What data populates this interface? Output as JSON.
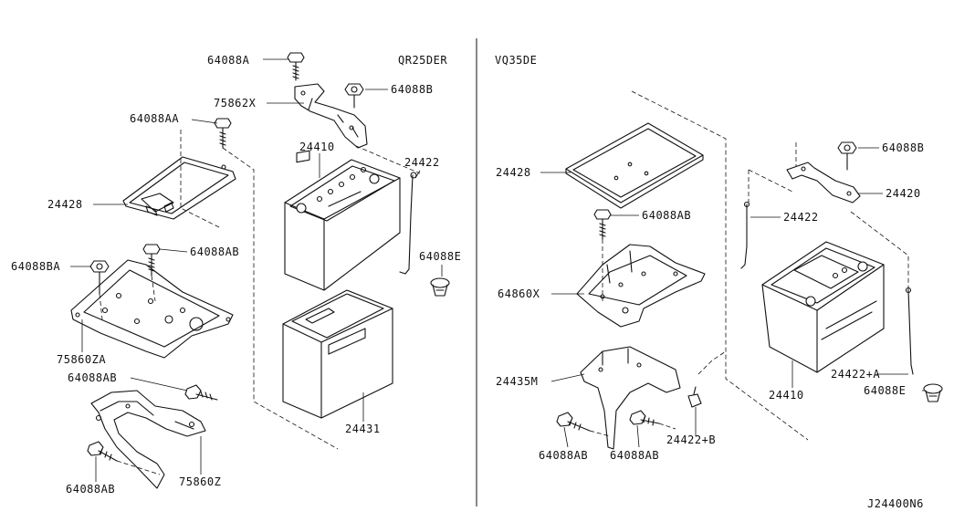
{
  "headers": {
    "left_engine": "QR25DER",
    "right_engine": "VQ35DE",
    "diagram_code": "J24400N6"
  },
  "labels": [
    {
      "id": "l1",
      "text": "64088A"
    },
    {
      "id": "l2",
      "text": "64088B"
    },
    {
      "id": "l3",
      "text": "75862X"
    },
    {
      "id": "l4",
      "text": "64088AA"
    },
    {
      "id": "l5",
      "text": "24410"
    },
    {
      "id": "l6",
      "text": "24422"
    },
    {
      "id": "l7",
      "text": "24428"
    },
    {
      "id": "l8",
      "text": "64088BA"
    },
    {
      "id": "l9",
      "text": "64088AB"
    },
    {
      "id": "l10",
      "text": "64088E"
    },
    {
      "id": "l11",
      "text": "75860ZA"
    },
    {
      "id": "l12",
      "text": "64088AB"
    },
    {
      "id": "l13",
      "text": "24431"
    },
    {
      "id": "l14",
      "text": "75860Z"
    },
    {
      "id": "l15",
      "text": "64088AB"
    },
    {
      "id": "r1",
      "text": "24428"
    },
    {
      "id": "r2",
      "text": "64088AB"
    },
    {
      "id": "r3",
      "text": "64088B"
    },
    {
      "id": "r4",
      "text": "24420"
    },
    {
      "id": "r5",
      "text": "24422"
    },
    {
      "id": "r6",
      "text": "64860X"
    },
    {
      "id": "r7",
      "text": "24435M"
    },
    {
      "id": "r8",
      "text": "24422+A"
    },
    {
      "id": "r9",
      "text": "64088E"
    },
    {
      "id": "r10",
      "text": "24410"
    },
    {
      "id": "r11",
      "text": "64088AB"
    },
    {
      "id": "r12",
      "text": "64088AB"
    },
    {
      "id": "r13",
      "text": "24422+B"
    }
  ]
}
